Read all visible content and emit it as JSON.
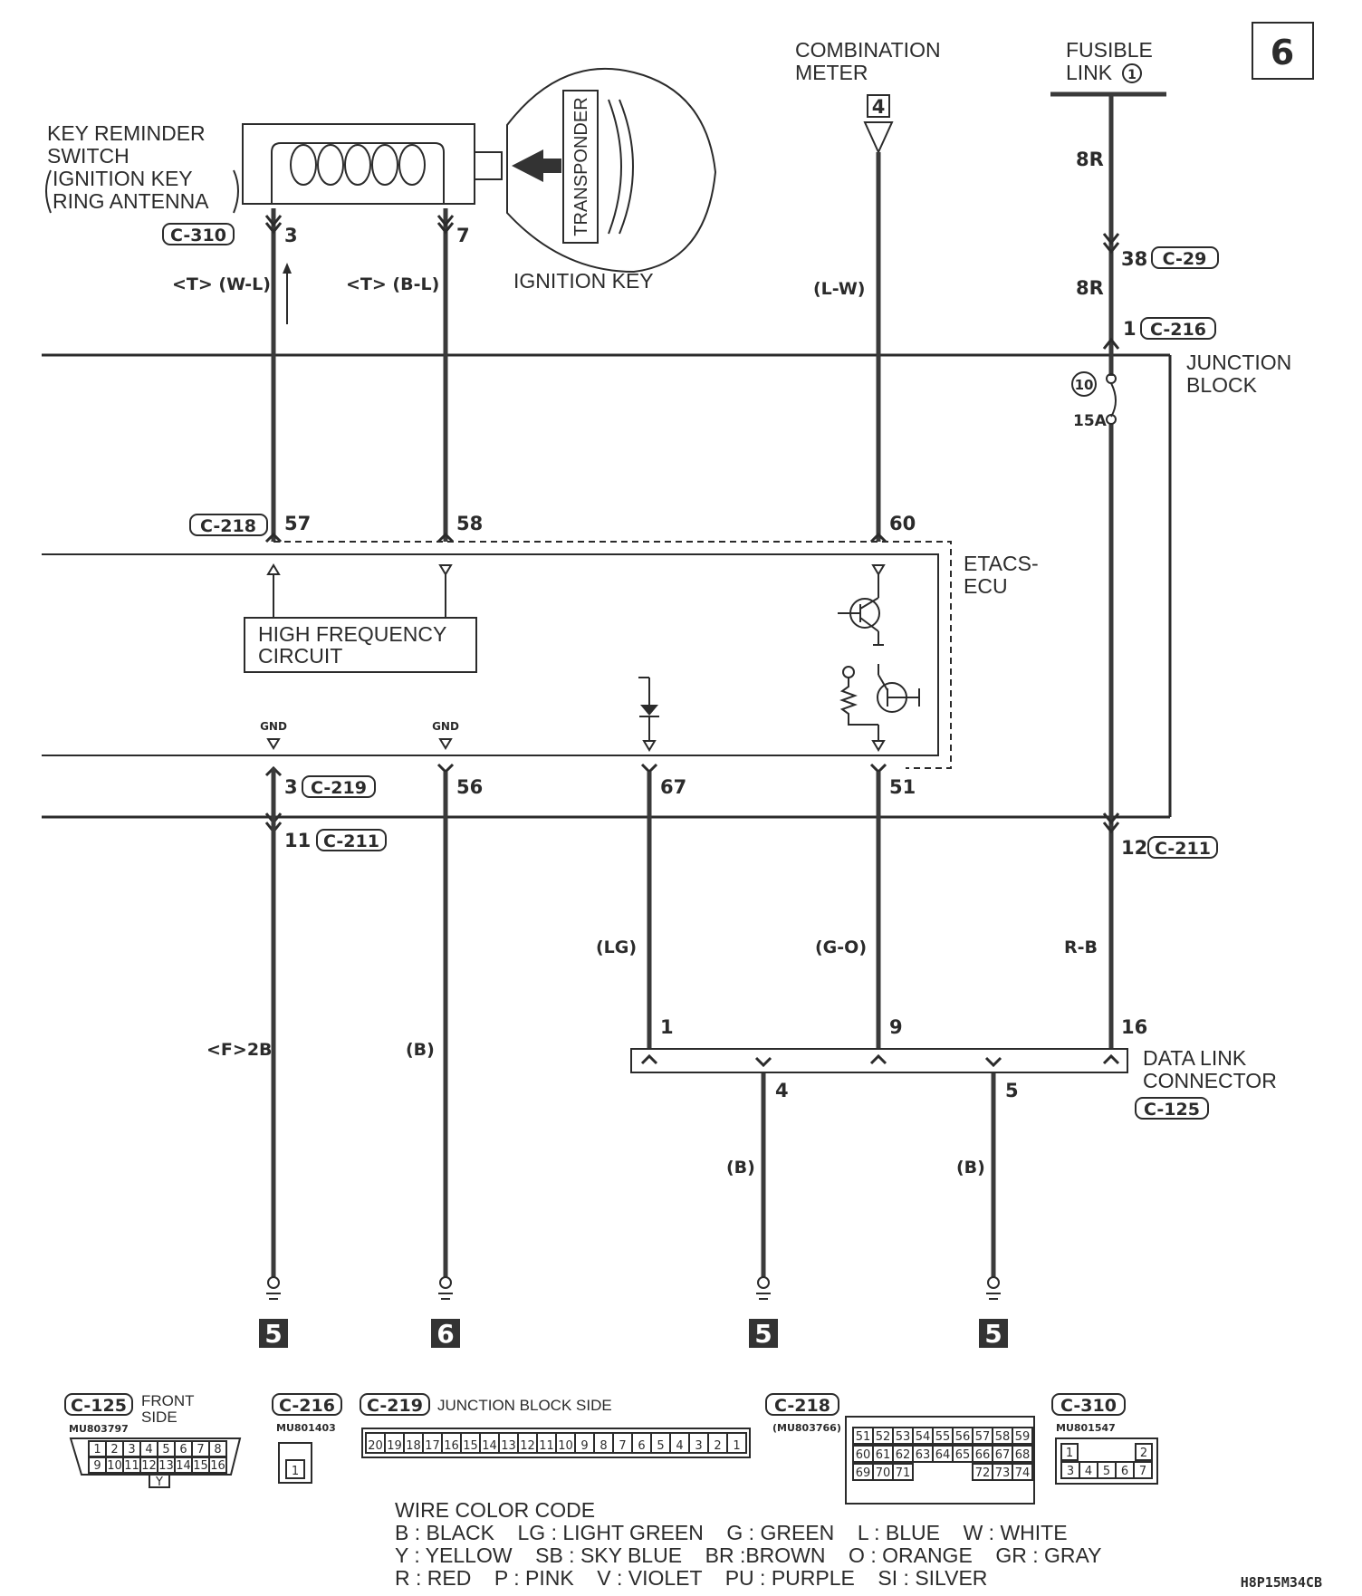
{
  "page_number": "6",
  "combination_meter": {
    "label_line1": "COMBINATION",
    "label_line2": "METER",
    "ref": "4",
    "wire_color": "(L-W)",
    "pin": "60"
  },
  "fusible_link": {
    "label_line1": "FUSIBLE",
    "label_line2": "LINK",
    "ref": "1",
    "wire_upper": "8R",
    "wire_lower": "8R",
    "conn_pin": "38",
    "conn_id": "C-29",
    "jb_pin": "1",
    "jb_conn": "C-216"
  },
  "junction_block": {
    "label_line1": "JUNCTION",
    "label_line2": "BLOCK",
    "fuse_no": "10",
    "fuse_rating": "15A"
  },
  "key_reminder": {
    "label_line1": "KEY REMINDER",
    "label_line2": "SWITCH",
    "label_line3": "IGNITION KEY",
    "label_line4": "RING ANTENNA",
    "conn_id": "C-310",
    "pin_a": "3",
    "pin_b": "7",
    "wire_a": "<T> (W-L)",
    "wire_b": "<T> (B-L)"
  },
  "ignition_key": {
    "label": "IGNITION KEY",
    "transponder": "TRANSPONDER"
  },
  "etacs": {
    "label_line1": "ETACS-",
    "label_line2": "ECU",
    "conn_id": "C-218",
    "pins_top": [
      "57",
      "58",
      "60"
    ],
    "hf_line1": "HIGH FREQUENCY",
    "hf_line2": "CIRCUIT",
    "gnd1": "GND",
    "gnd2": "GND",
    "pins_bottom": [
      "3",
      "56",
      "67",
      "51"
    ],
    "conn_bottom": "C-219"
  },
  "lower": {
    "pin_11": "11",
    "conn_211a": "C-211",
    "pin_12": "12",
    "conn_211b": "C-211",
    "wire_f2b": "<F>2B",
    "wire_b": "(B)",
    "wire_lg": "(LG)",
    "wire_go": "(G-O)",
    "wire_rb": "R-B"
  },
  "dlc": {
    "label_line1": "DATA LINK",
    "label_line2": "CONNECTOR",
    "conn_id": "C-125",
    "pins": [
      "1",
      "9",
      "16",
      "4",
      "5"
    ],
    "wire_4": "(B)",
    "wire_5": "(B)"
  },
  "grounds": [
    "5",
    "6",
    "5",
    "5"
  ],
  "connectors": {
    "c125": {
      "id": "C-125",
      "side1": "FRONT",
      "side2": "SIDE",
      "part": "MU803797",
      "row1": [
        "1",
        "2",
        "3",
        "4",
        "5",
        "6",
        "7",
        "8"
      ],
      "row2": [
        "9",
        "10",
        "11",
        "12",
        "13",
        "14",
        "15",
        "16"
      ],
      "key": "Y"
    },
    "c216": {
      "id": "C-216",
      "part": "MU801403",
      "pin": "1"
    },
    "c219": {
      "id": "C-219",
      "side": "JUNCTION BLOCK SIDE",
      "pins": [
        "20",
        "19",
        "18",
        "17",
        "16",
        "15",
        "14",
        "13",
        "12",
        "11",
        "10",
        "9",
        "8",
        "7",
        "6",
        "5",
        "4",
        "3",
        "2",
        "1"
      ]
    },
    "c218": {
      "id": "C-218",
      "part": "(MU803766)",
      "row1": [
        "51",
        "52",
        "53",
        "54",
        "55",
        "56",
        "57",
        "58",
        "59"
      ],
      "row2": [
        "60",
        "61",
        "62",
        "63",
        "64",
        "65",
        "66",
        "67",
        "68"
      ],
      "row3": [
        "69",
        "70",
        "71",
        "72",
        "73",
        "74"
      ]
    },
    "c310": {
      "id": "C-310",
      "part": "MU801547",
      "row1": [
        "1",
        "2"
      ],
      "row2": [
        "3",
        "4",
        "5",
        "6",
        "7"
      ]
    }
  },
  "wire_color_code": {
    "title": "WIRE COLOR CODE",
    "line1": "B : BLACK    LG : LIGHT GREEN    G : GREEN    L : BLUE    W : WHITE",
    "line2": "Y : YELLOW    SB : SKY BLUE    BR :BROWN    O : ORANGE    GR : GRAY",
    "line3": "R : RED    P : PINK    V : VIOLET    PU : PURPLE    SI : SILVER"
  },
  "diagram_code": "H8P15M34CB"
}
